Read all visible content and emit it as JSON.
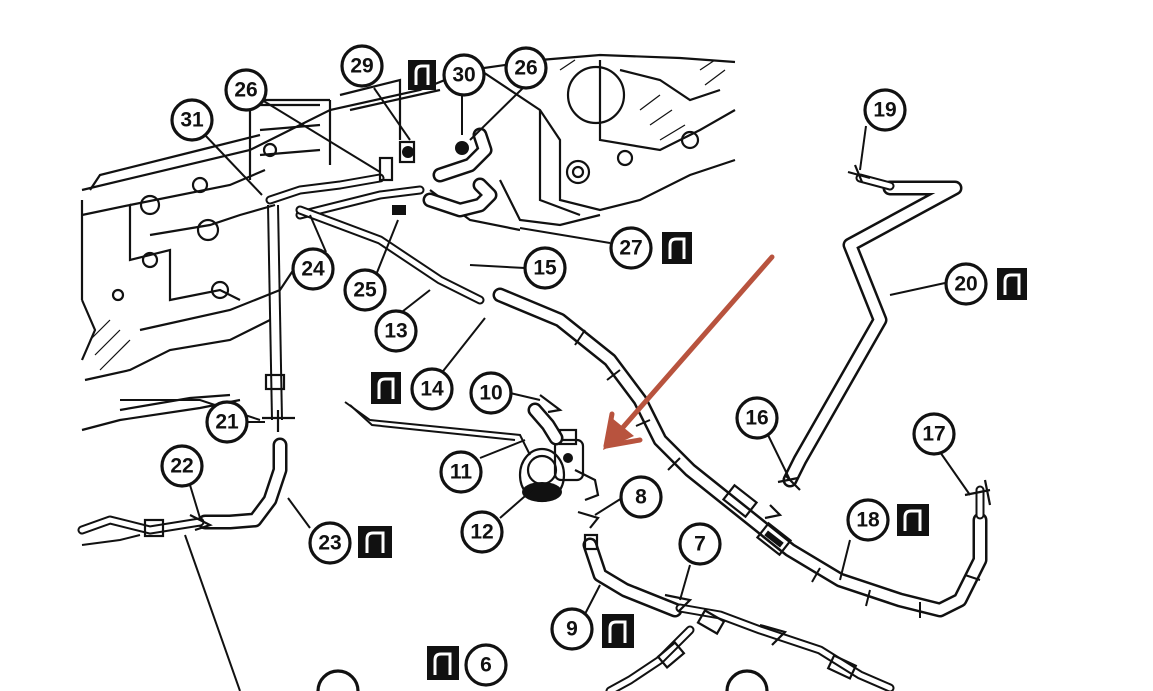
{
  "diagram": {
    "callouts": [
      {
        "id": "callout-29",
        "label": "29"
      },
      {
        "id": "callout-30",
        "label": "30"
      },
      {
        "id": "callout-26-top",
        "label": "26"
      },
      {
        "id": "callout-26-left",
        "label": "26"
      },
      {
        "id": "callout-31",
        "label": "31"
      },
      {
        "id": "callout-19",
        "label": "19"
      },
      {
        "id": "callout-27",
        "label": "27"
      },
      {
        "id": "callout-24",
        "label": "24"
      },
      {
        "id": "callout-25",
        "label": "25"
      },
      {
        "id": "callout-15",
        "label": "15"
      },
      {
        "id": "callout-13",
        "label": "13"
      },
      {
        "id": "callout-20",
        "label": "20"
      },
      {
        "id": "callout-14",
        "label": "14"
      },
      {
        "id": "callout-10",
        "label": "10"
      },
      {
        "id": "callout-21",
        "label": "21"
      },
      {
        "id": "callout-16",
        "label": "16"
      },
      {
        "id": "callout-17",
        "label": "17"
      },
      {
        "id": "callout-11",
        "label": "11"
      },
      {
        "id": "callout-22",
        "label": "22"
      },
      {
        "id": "callout-8",
        "label": "8"
      },
      {
        "id": "callout-18",
        "label": "18"
      },
      {
        "id": "callout-12",
        "label": "12"
      },
      {
        "id": "callout-23",
        "label": "23"
      },
      {
        "id": "callout-7",
        "label": "7"
      },
      {
        "id": "callout-9",
        "label": "9"
      },
      {
        "id": "callout-6",
        "label": "6"
      }
    ],
    "torque_icons": [
      "torque-icon-29",
      "torque-icon-27",
      "torque-icon-20",
      "torque-icon-14",
      "torque-icon-18",
      "torque-icon-23",
      "torque-icon-9",
      "torque-icon-6"
    ],
    "arrow_color": "#b8533e"
  }
}
